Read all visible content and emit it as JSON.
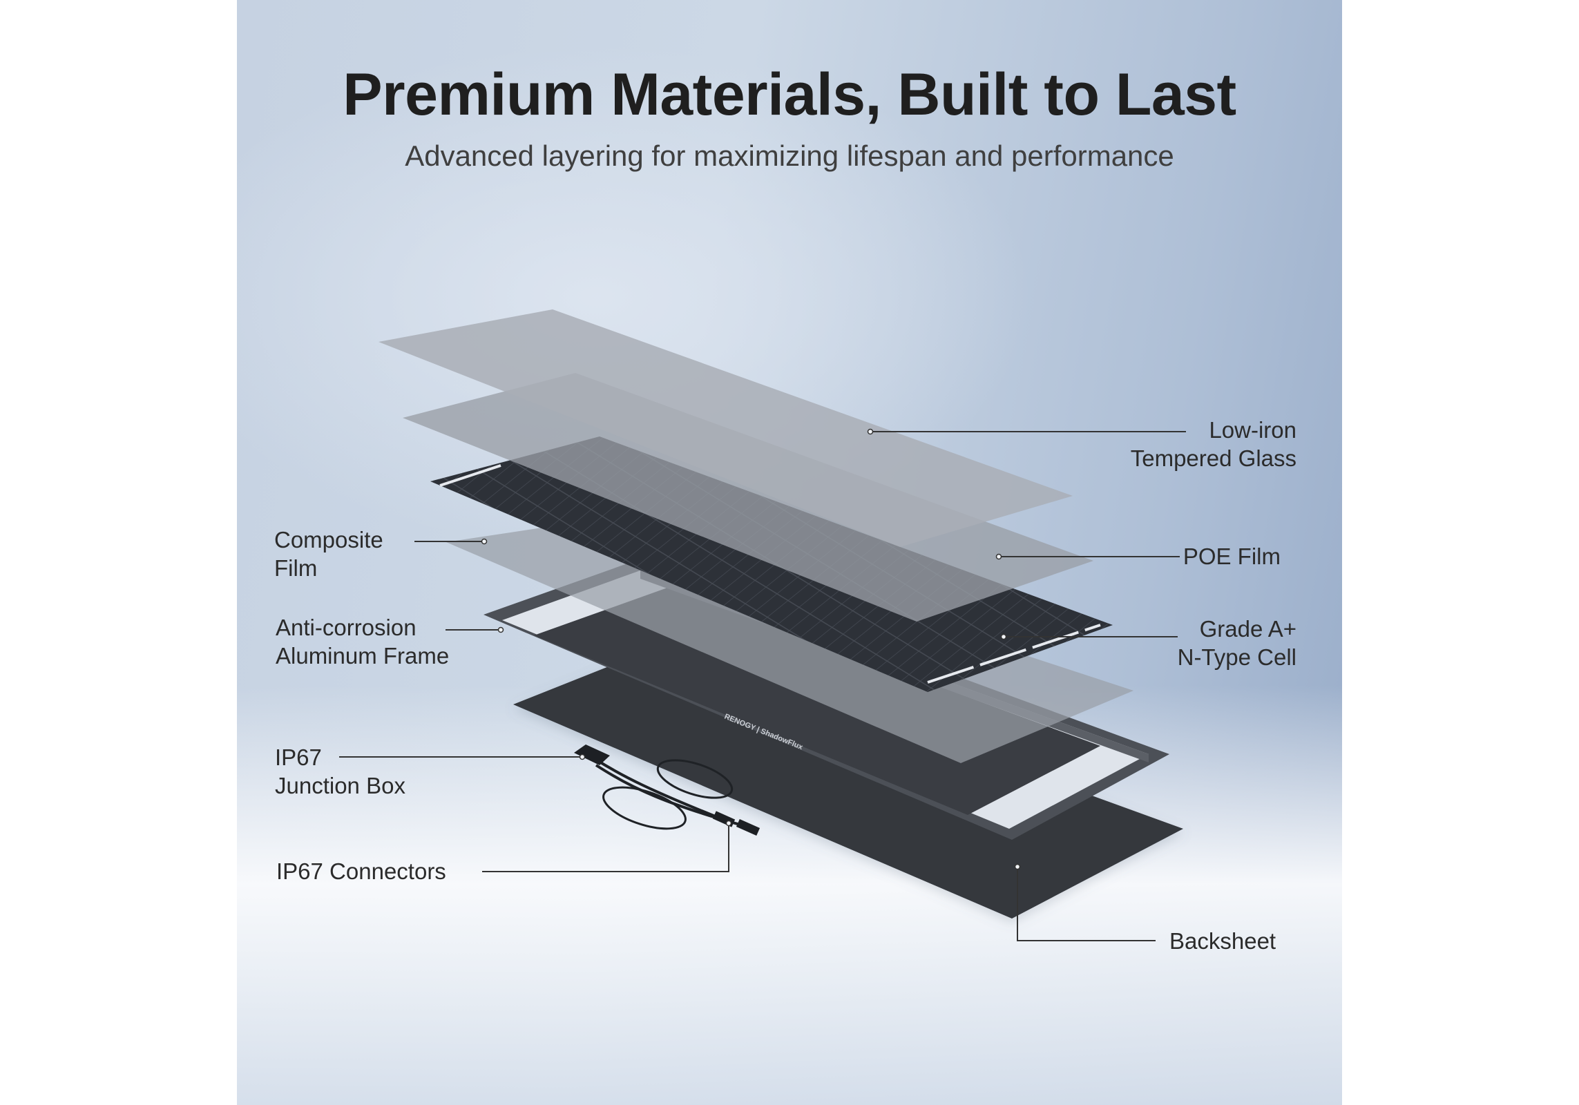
{
  "header": {
    "title": "Premium Materials, Built to Last",
    "subtitle": "Advanced layering for maximizing lifespan and performance"
  },
  "frame_branding": "RENOGY | ShadowFlux",
  "labels": {
    "glass": [
      "Low-iron",
      "Tempered Glass"
    ],
    "poe_film": [
      "POE Film"
    ],
    "cell": [
      "Grade A+",
      "N-Type Cell"
    ],
    "composite_film": [
      "Composite",
      "Film"
    ],
    "frame": [
      "Anti-corrosion",
      "Aluminum Frame"
    ],
    "junction_box": [
      "IP67",
      "Junction Box"
    ],
    "connectors": [
      "IP67 Connectors"
    ],
    "backsheet": [
      "Backsheet"
    ]
  },
  "colors": {
    "glass": "#a9aeb6",
    "film": "#9a9fa7",
    "cell": "#2d3138",
    "frame": "#4a4e55",
    "backsheet": "#33363c",
    "leader_line": "#333333"
  }
}
